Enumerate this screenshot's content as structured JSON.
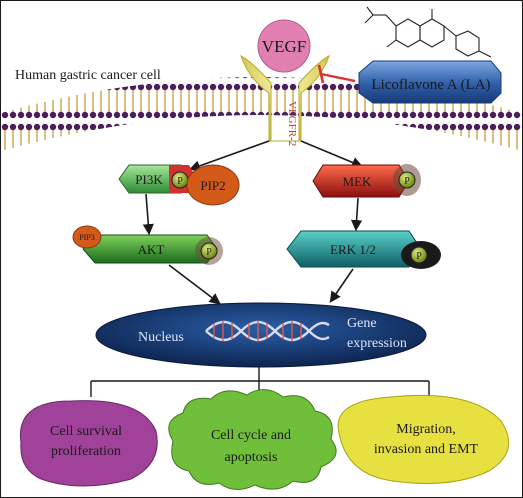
{
  "cell_label": "Human gastric cancer cell",
  "ligand": "VEGF",
  "receptor": "VEGFR-2",
  "inhibitor": "Licoflavone A (LA)",
  "left_path": {
    "pi3k": "PI3K",
    "pip2": "PIP2",
    "pip3": "PIP3",
    "akt": "AKT",
    "phospho": "P"
  },
  "right_path": {
    "mek": "MEK",
    "erk": "ERK 1/2",
    "phospho": "P"
  },
  "nucleus": {
    "label": "Nucleus",
    "gene_line1": "Gene",
    "gene_line2": "expression"
  },
  "outcomes": [
    {
      "line1": "Cell survival",
      "line2": "proliferation"
    },
    {
      "line1": "Cell cycle and",
      "line2": "apoptosis"
    },
    {
      "line1": "Migration,",
      "line2": "invasion and EMT"
    }
  ],
  "colors": {
    "vegf": "#e07fb0",
    "receptor": "#e8e06a",
    "inhibitor_box": "#2f5fa8",
    "inhibit_bar": "#d93030",
    "pi3k": "#3aa84a",
    "pip2": "#d45a1a",
    "akt": "#2d8a2d",
    "mek": "#c91f1f",
    "erk": "#1a8a8a",
    "phospho": "#8aa51a",
    "nucleus": "#12305e",
    "outcome1": "#a0419a",
    "outcome2": "#6fbf3a",
    "outcome3": "#e6e040",
    "membrane": "#5a2a6a"
  }
}
